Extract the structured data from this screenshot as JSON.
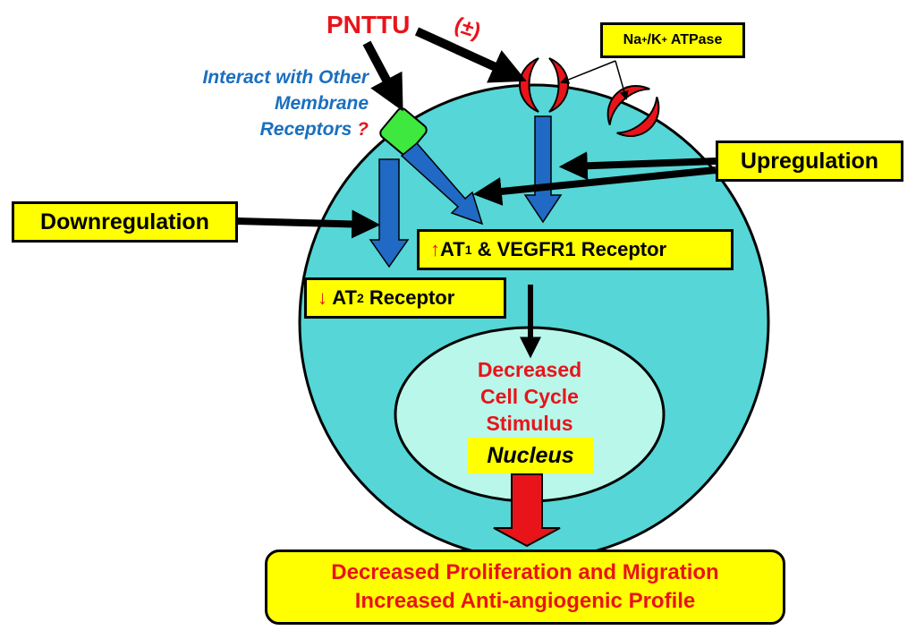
{
  "colors": {
    "cell": "#56d6d6",
    "nucleus": "#b9f7ea",
    "label_box": "#ffff00",
    "red_text": "#e8141a",
    "blue_text": "#1b6fbf",
    "blue_arrow": "#2069c4",
    "receptor": "#e8141a",
    "membrane_receptor": "#3ee83e"
  },
  "drug": {
    "name": "PNTTU",
    "effect": "(±)"
  },
  "other_receptors": {
    "line1": "Interact with Other",
    "line2": "Membrane",
    "line3": "Receptors",
    "question": "?"
  },
  "atpase": {
    "prefix": "Na",
    "sup1": "+",
    "middle": "/K",
    "sup2": "+",
    "suffix": " ATPase"
  },
  "upregulation": "Upregulation",
  "downregulation": "Downregulation",
  "at1_box": {
    "arrow": "↑",
    "at": "AT",
    "sub": "1",
    "rest": " & VEGFR1 Receptor"
  },
  "at2_box": {
    "arrow": "↓",
    "at": " AT",
    "sub": "2",
    "rest": " Receptor"
  },
  "nucleus": {
    "line1": "Decreased",
    "line2": "Cell Cycle",
    "line3": "Stimulus",
    "label": "Nucleus"
  },
  "outcome": {
    "line1": "Decreased Proliferation and Migration",
    "line2": "Increased Anti-angiogenic Profile"
  }
}
